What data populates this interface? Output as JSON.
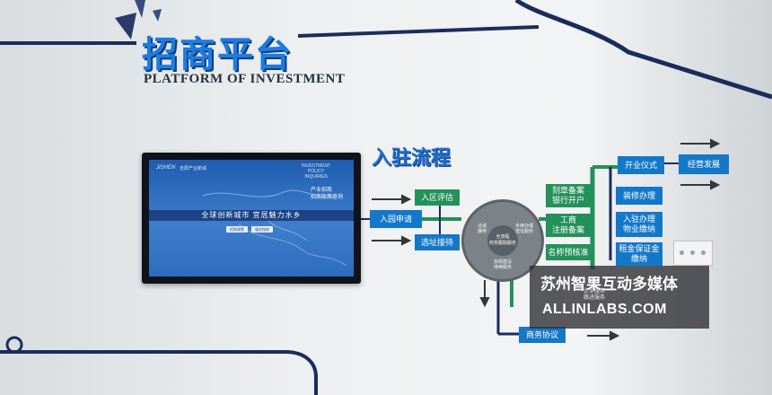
{
  "header": {
    "title_cn": "招商平台",
    "title_en": "PLATFORM OF INVESTMENT"
  },
  "flow": {
    "title": "入驻流程"
  },
  "screen": {
    "logo": "JISHEN",
    "brand": "吉辰产业新城",
    "en_title": "INVESTMENT\nPOLICY\nINQUIRIES",
    "cn_title": "产业招商\n招商政策查询",
    "banner": "全球创新城市   宜居魅力水乡",
    "btn1": "招商政策",
    "btn2": "服务指南"
  },
  "boxes": {
    "apply": "入园申请",
    "evaluate": "入区评估",
    "site": "选址接待",
    "seal": "刻章备案\n银行开户",
    "business": "工商\n注册备案",
    "name_check": "名称预核准",
    "opening": "开业仪式",
    "operation": "经营发展",
    "decoration": "装修办理",
    "settle": "入驻办理\n物业缴纳",
    "deposit": "租金保证金\n缴纳",
    "agreement": "商务协议"
  },
  "circle": {
    "center": "全流程\n商务跟踪服务",
    "seg1": "洽谈\n接待",
    "seg2": "手续办理\n选址服务",
    "seg3": "协助建设\n持续服务"
  },
  "watermark": {
    "line1": "苏州智果互动多媒体",
    "line2": "ALLINLABS.COM",
    "sub": "企业服务\n跟进服务"
  },
  "colors": {
    "brand_blue": "#1f7be0",
    "box_blue": "#1478c8",
    "box_green": "#23915a",
    "line_navy": "#1a2c5a"
  }
}
